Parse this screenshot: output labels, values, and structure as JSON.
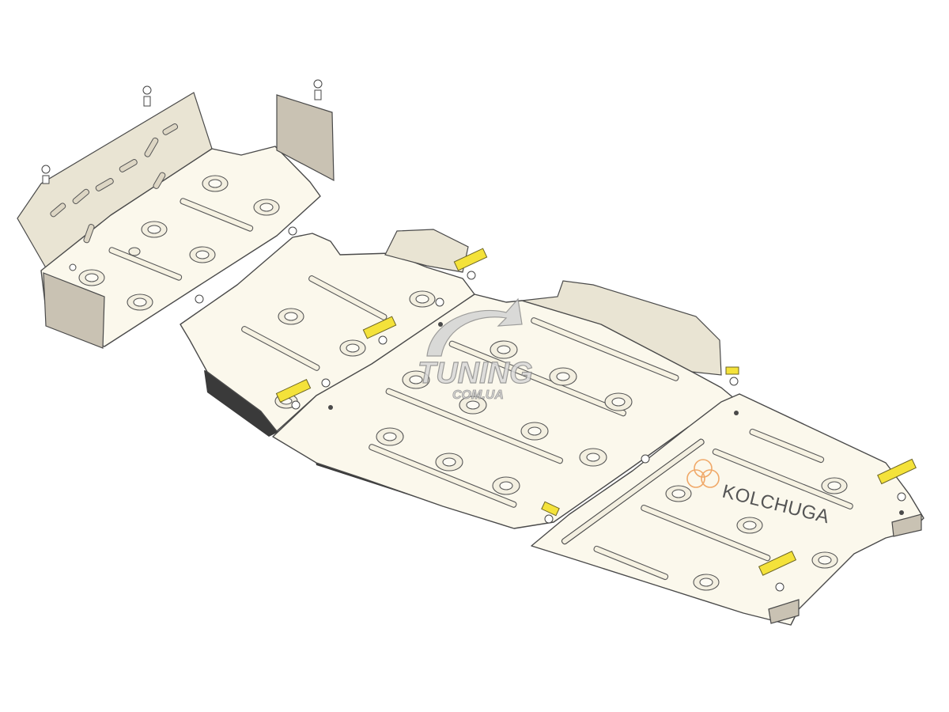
{
  "watermark": {
    "main_text": "TUNING",
    "sub_text": "COM.UA"
  },
  "brand": {
    "name": "KOLCHUGA",
    "logo_color": "#f0a868"
  },
  "diagram": {
    "subject": "underbody skid plate set",
    "plates": [
      "front-bumper-guard",
      "engine-guard",
      "transmission-guard",
      "transfer-case-guard"
    ],
    "colors": {
      "plate_fill": "#fbf8ec",
      "bracket_fill": "#c9c2b3",
      "clip_yellow": "#f4e23a",
      "outline": "#4a4a4a"
    }
  }
}
